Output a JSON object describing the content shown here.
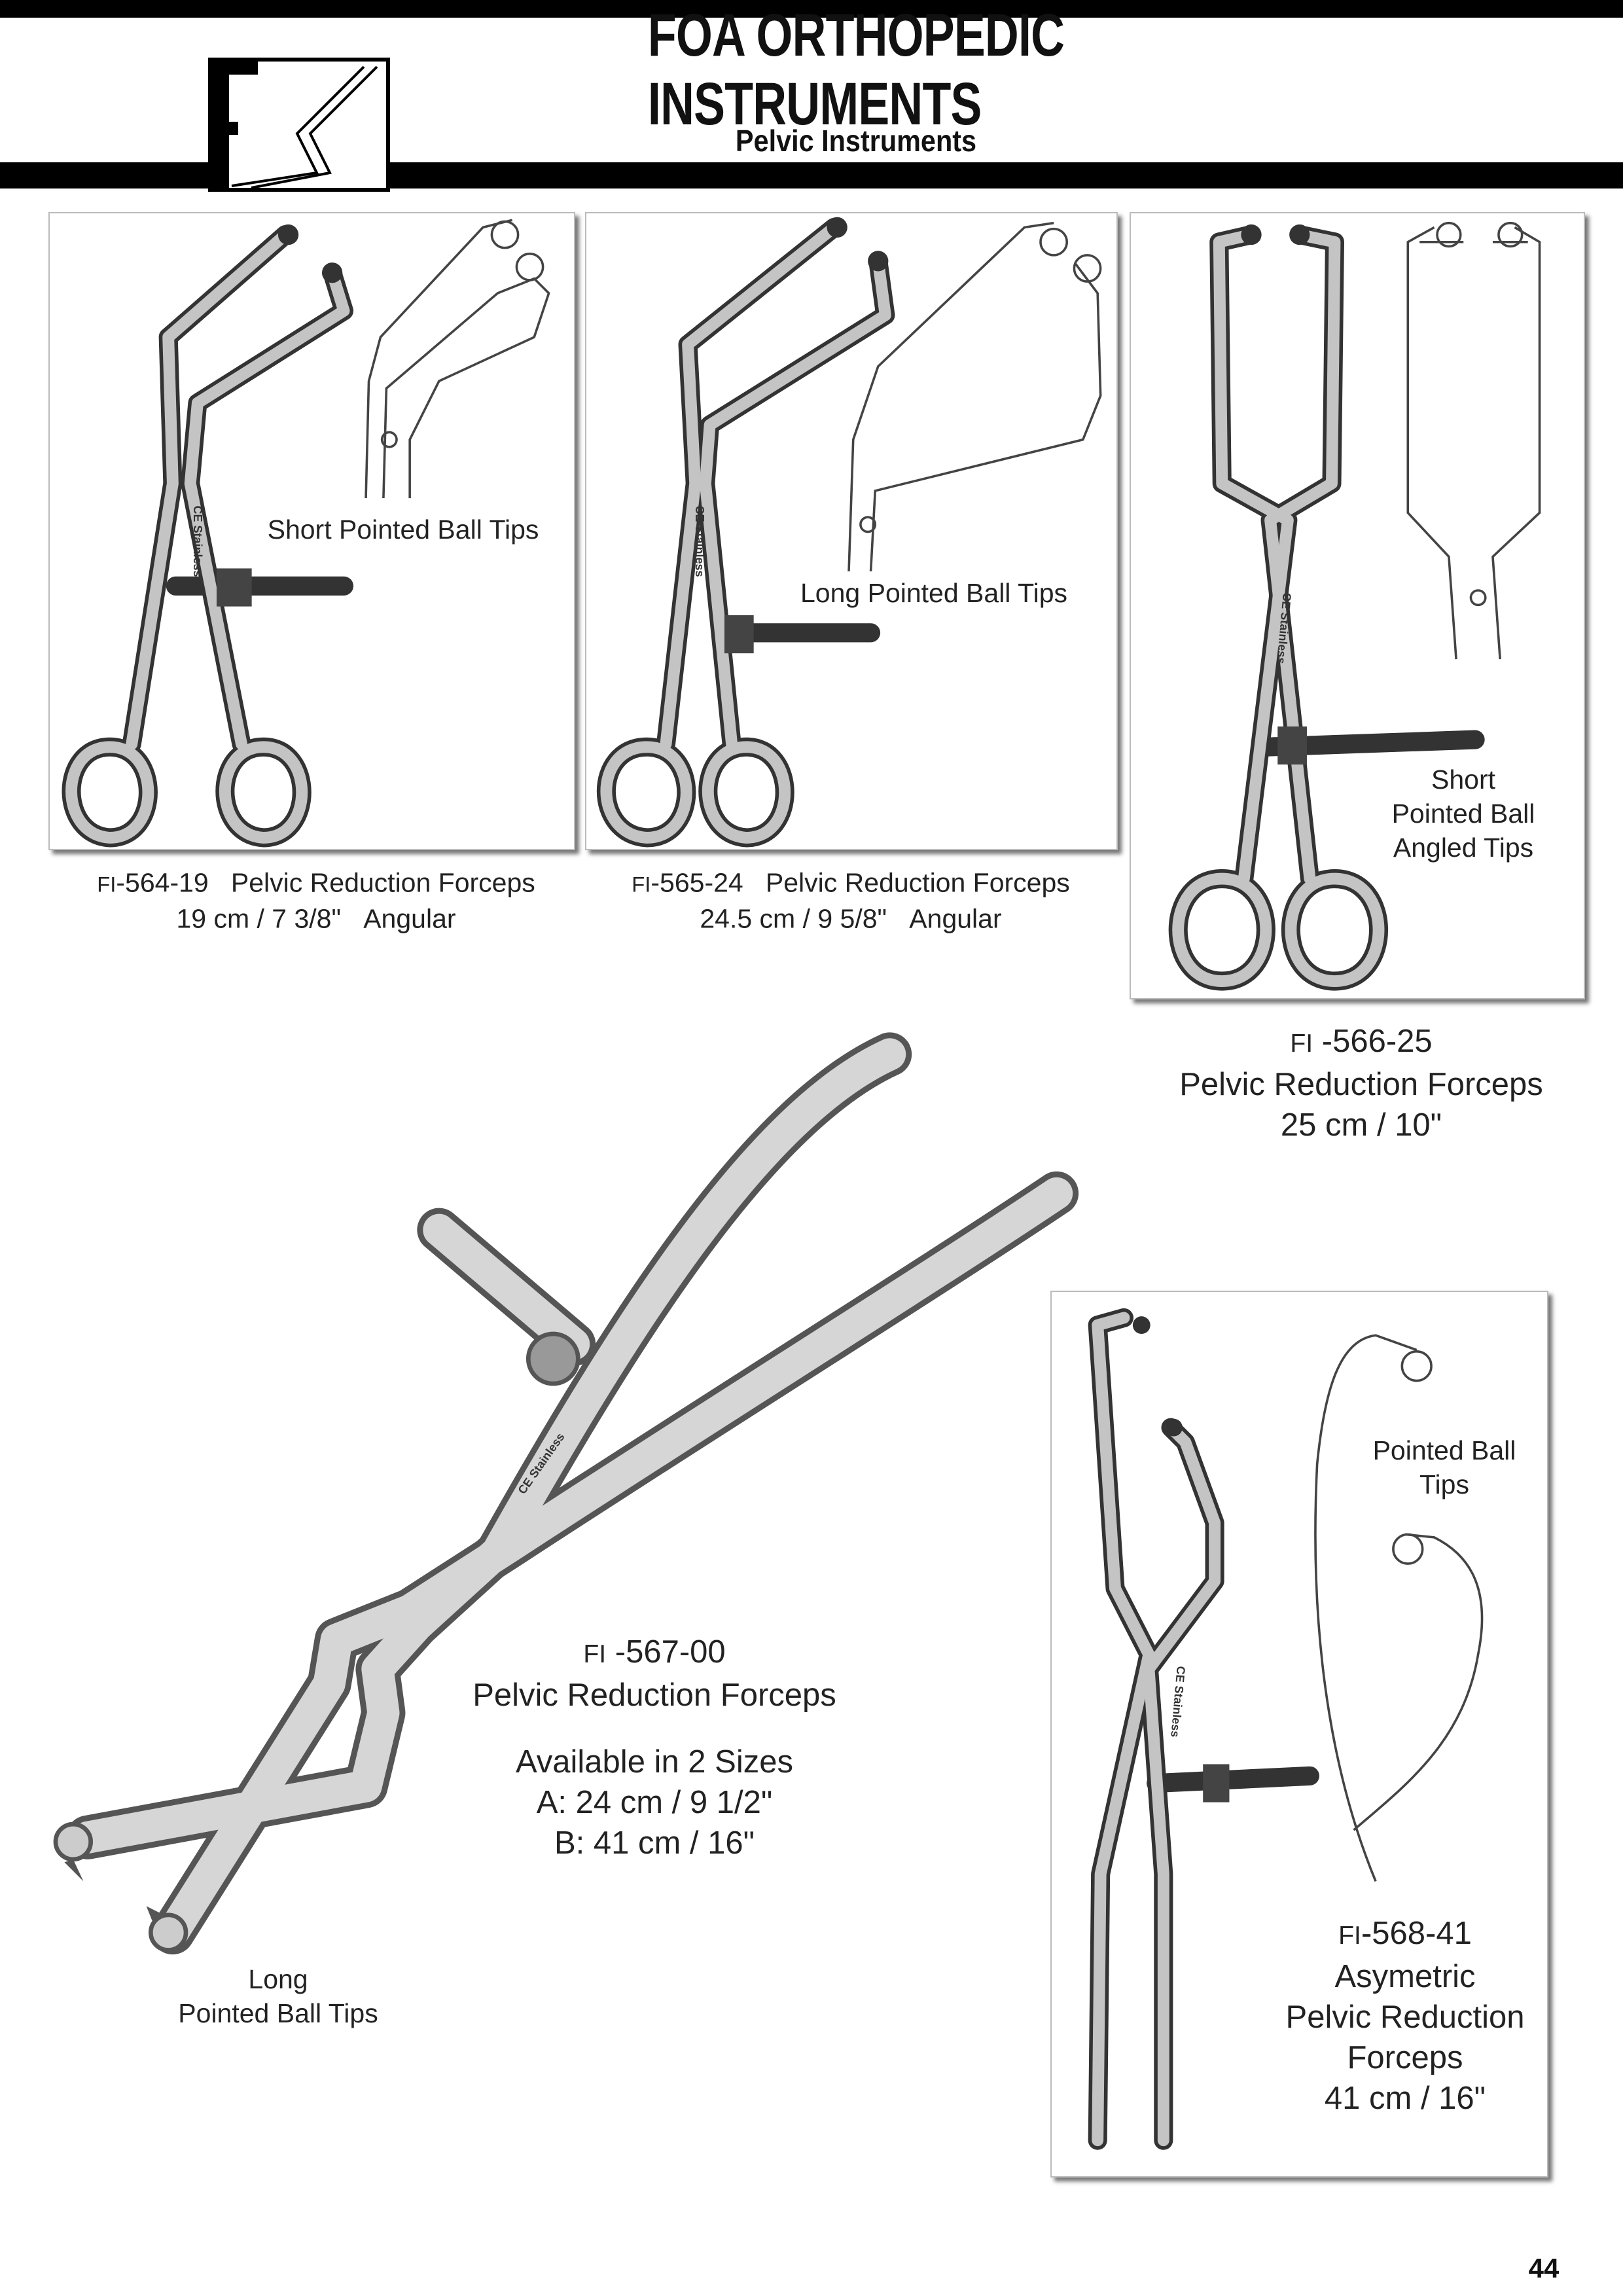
{
  "header": {
    "logo_text": "FSI",
    "title": "FOA ORTHOPEDIC INSTRUMENTS",
    "subtitle": "Pelvic Instruments"
  },
  "products": [
    {
      "prefix": "FI",
      "code": "-564-19",
      "name": "Pelvic Reduction Forceps",
      "size": "19 cm / 7 3/8\"",
      "style": "Angular",
      "tip_label": "Short Pointed Ball Tips",
      "engraving": "CE Stainless"
    },
    {
      "prefix": "FI",
      "code": "-565-24",
      "name": "Pelvic Reduction Forceps",
      "size": "24.5 cm / 9 5/8\"",
      "style": "Angular",
      "tip_label": "Long Pointed Ball Tips",
      "engraving": "CE Stainless"
    },
    {
      "prefix": "FI",
      "code": "-566-25",
      "name": "Pelvic Reduction Forceps",
      "size": "25 cm / 10\"",
      "tip_label_lines": [
        "Short",
        "Pointed Ball",
        "Angled Tips"
      ],
      "engraving": "CE Stainless"
    },
    {
      "prefix": "FI",
      "code": "-567-00",
      "name": "Pelvic Reduction Forceps",
      "availability": "Available in 2 Sizes",
      "sizes": [
        "A: 24 cm / 9 1/2\"",
        "B: 41 cm / 16\""
      ],
      "tip_label_lines": [
        "Long",
        "Pointed Ball Tips"
      ],
      "engraving": "CE Stainless"
    },
    {
      "prefix": "FI",
      "code": "-568-41",
      "name_lines": [
        "Asymetric",
        "Pelvic Reduction",
        "Forceps"
      ],
      "size": "41 cm / 16\"",
      "tip_label_lines": [
        "Pointed Ball",
        "Tips"
      ],
      "engraving": "CE Stainless"
    }
  ],
  "page_number": "44"
}
